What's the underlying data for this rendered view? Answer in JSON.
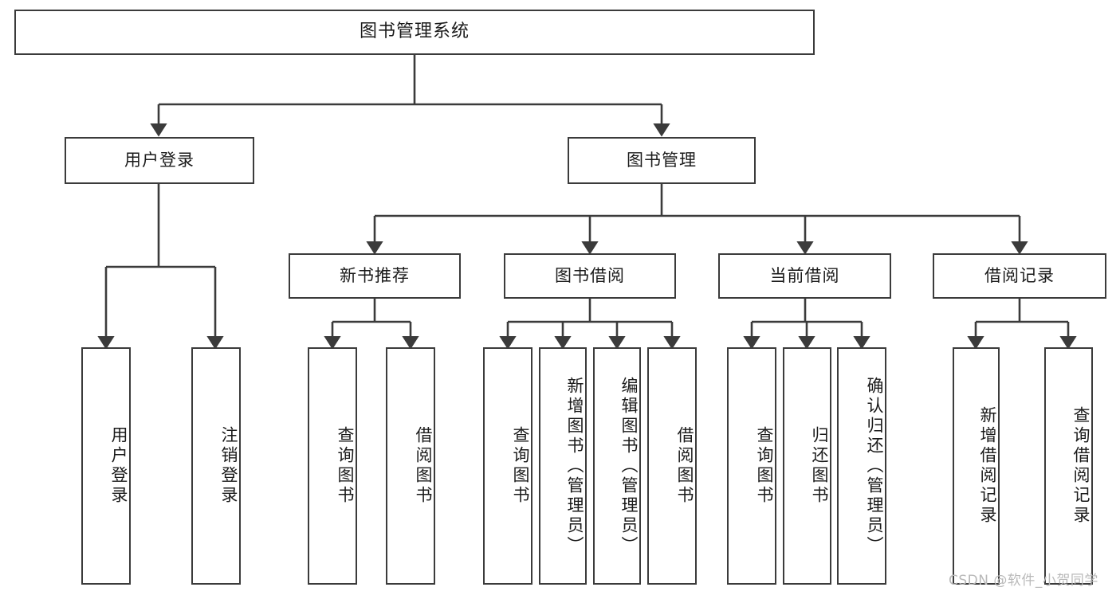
{
  "diagram": {
    "title": "图书管理系统",
    "type": "tree-hierarchy-chart",
    "watermark": "CSDN @软件_小贺同学",
    "colors": {
      "stroke": "#3b3b3b",
      "fill": "#ffffff",
      "text": "#1a1a1a",
      "watermark": "#b9b9b9"
    }
  },
  "nodes": {
    "root": {
      "label": "图书管理系统"
    },
    "level2": [
      {
        "id": "user-login",
        "label": "用户登录"
      },
      {
        "id": "book-manage",
        "label": "图书管理"
      }
    ],
    "level3": [
      {
        "id": "new-book-recommend",
        "label": "新书推荐"
      },
      {
        "id": "book-borrow",
        "label": "图书借阅"
      },
      {
        "id": "current-borrow",
        "label": "当前借阅"
      },
      {
        "id": "borrow-record",
        "label": "借阅记录"
      }
    ],
    "leaves": {
      "user_login": [
        {
          "id": "leaf-user-login",
          "label": "用户登录"
        },
        {
          "id": "leaf-logout-login",
          "label": "注销登录"
        }
      ],
      "new_book_recommend": [
        {
          "id": "leaf-query-book-1",
          "label": "查询图书"
        },
        {
          "id": "leaf-borrow-book-1",
          "label": "借阅图书"
        }
      ],
      "book_borrow": [
        {
          "id": "leaf-query-book-2",
          "label": "查询图书"
        },
        {
          "id": "leaf-add-book",
          "label": "新增图书（管理员）"
        },
        {
          "id": "leaf-edit-book",
          "label": "编辑图书（管理员）"
        },
        {
          "id": "leaf-borrow-book-2",
          "label": "借阅图书"
        }
      ],
      "current_borrow": [
        {
          "id": "leaf-query-book-3",
          "label": "查询图书"
        },
        {
          "id": "leaf-return-book",
          "label": "归还图书"
        },
        {
          "id": "leaf-confirm-return",
          "label": "确认归还（管理员）"
        }
      ],
      "borrow_record": [
        {
          "id": "leaf-add-record",
          "label": "新增借阅记录"
        },
        {
          "id": "leaf-query-record",
          "label": "查询借阅记录"
        }
      ]
    }
  }
}
